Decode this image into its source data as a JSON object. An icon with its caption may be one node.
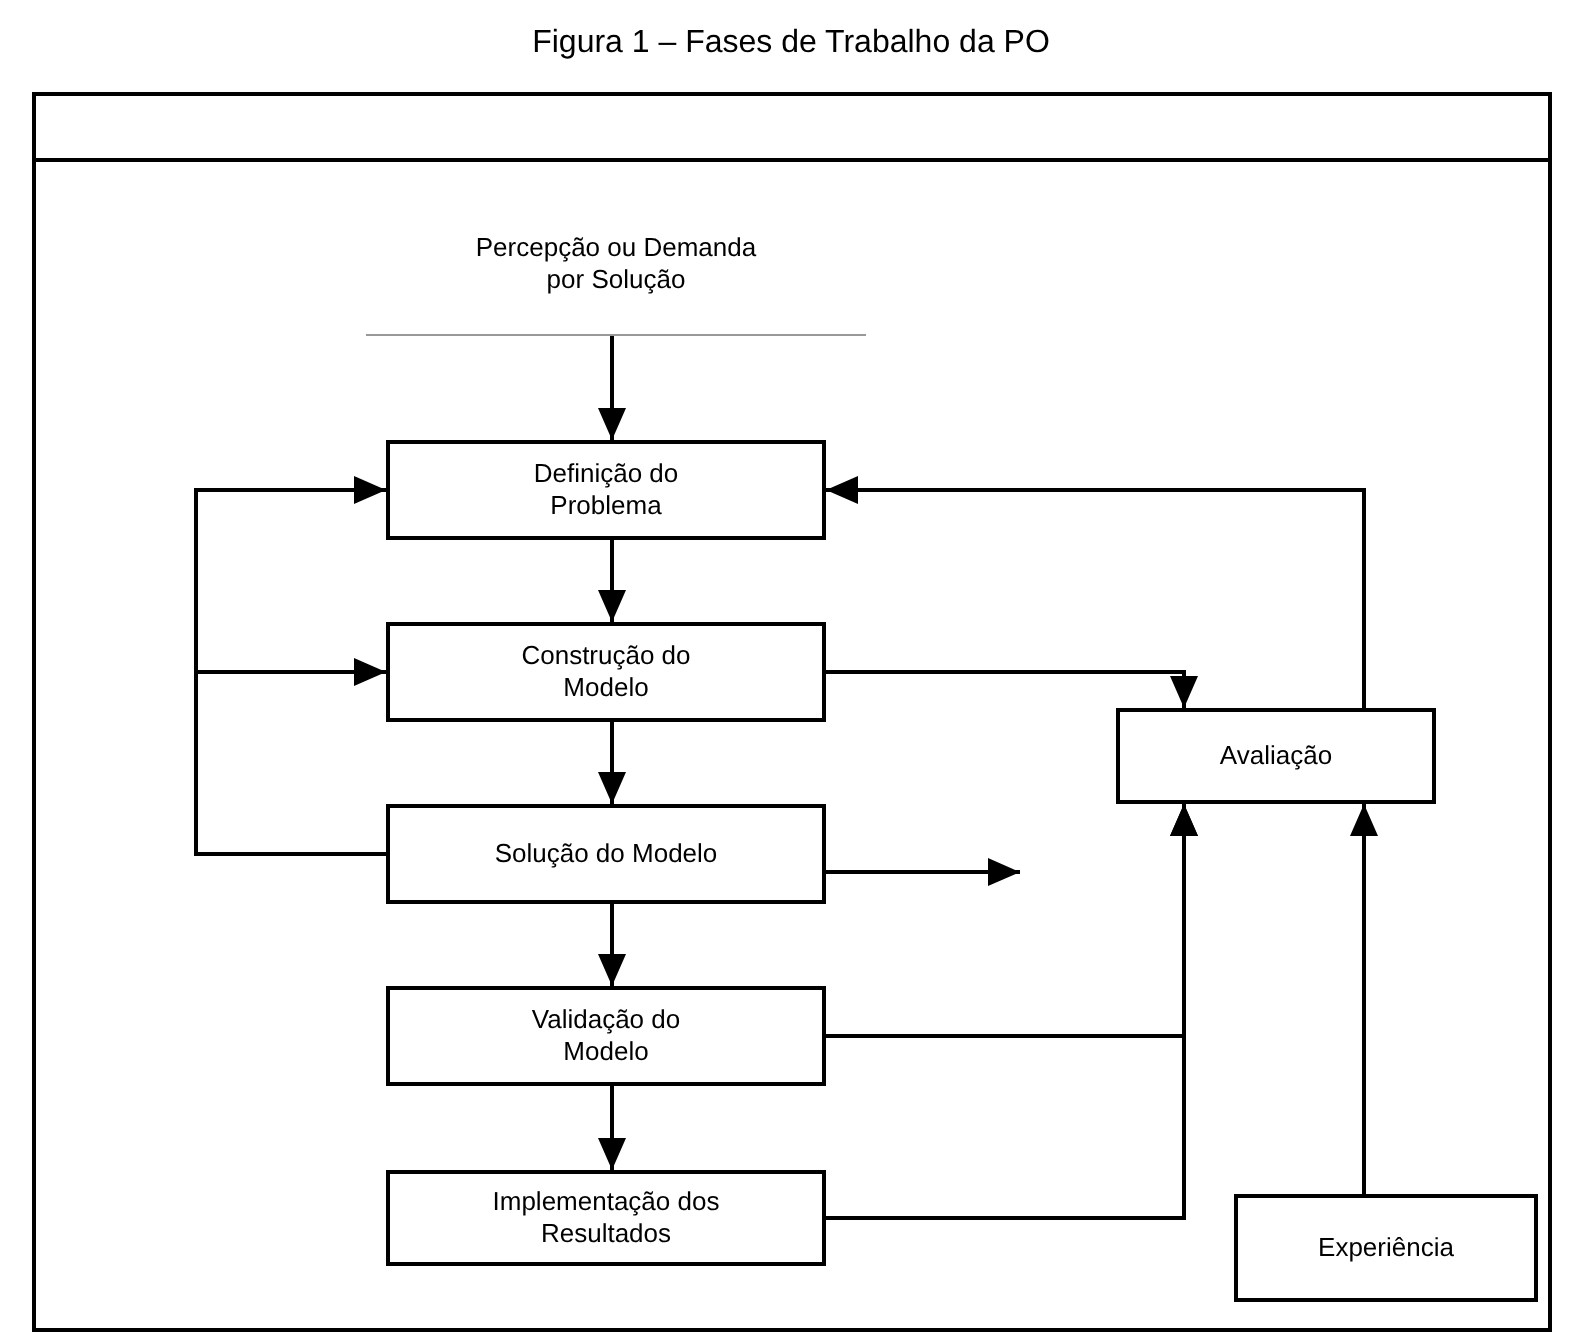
{
  "diagram": {
    "title": "Figura 1 – Fases de Trabalho da PO",
    "nodes": [
      {
        "text": [
          "Percepção ou Demanda por Solução"
        ]
      },
      {
        "text": [
          "Definição do Problema"
        ]
      },
      {
        "text": [
          "Construção do Modelo"
        ]
      },
      {
        "text": [
          "Solução do Modelo"
        ]
      },
      {
        "text": [
          "Validação do Modelo"
        ]
      },
      {
        "text": [
          "Implementação dos Resultados"
        ]
      },
      {
        "text": [
          "Avaliação"
        ]
      },
      {
        "text": [
          "Experiência"
        ]
      }
    ],
    "edges": [
      {
        "from": 0,
        "to": 1,
        "arrow": "to"
      },
      {
        "from": 1,
        "to": 2,
        "arrow": "to"
      },
      {
        "from": 2,
        "to": 3,
        "arrow": "to"
      },
      {
        "from": 3,
        "to": 4,
        "arrow": "to"
      },
      {
        "from": 4,
        "to": 5,
        "arrow": "to"
      },
      {
        "from": 3,
        "to": 1,
        "arrow": "to"
      },
      {
        "from": 3,
        "to": 2,
        "arrow": "to"
      },
      {
        "from": 2,
        "to": 6,
        "arrow": "to"
      },
      {
        "from": 6,
        "to": 1,
        "arrow": "to"
      },
      {
        "from": 3,
        "to": null,
        "arrow": "to"
      },
      {
        "from": 4,
        "to": 6,
        "arrow": "to"
      },
      {
        "from": 5,
        "to": 6,
        "arrow": "to"
      },
      {
        "from": 7,
        "to": 6,
        "arrow": "to"
      }
    ]
  }
}
